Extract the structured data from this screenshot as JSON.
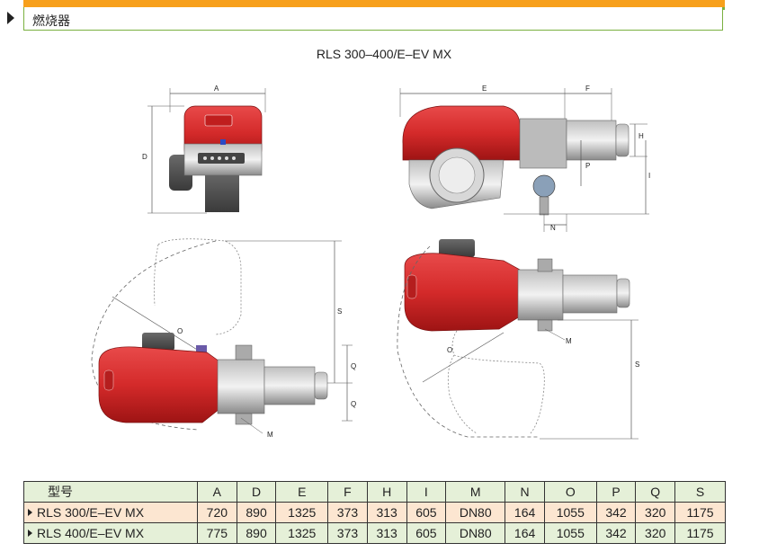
{
  "header": {
    "title": "燃烧器"
  },
  "model_title": "RLS 300–400/E–EV MX",
  "dimension_labels": {
    "A": "A",
    "D": "D",
    "E": "E",
    "F": "F",
    "H": "H",
    "I": "I",
    "P": "P",
    "N": "N",
    "O": "O",
    "S": "S",
    "Q": "Q",
    "M": "M"
  },
  "table": {
    "columns": [
      "型号",
      "A",
      "D",
      "E",
      "F",
      "H",
      "I",
      "M",
      "N",
      "O",
      "P",
      "Q",
      "S"
    ],
    "rows": [
      {
        "model": "RLS 300/E–EV MX",
        "values": [
          "720",
          "890",
          "1325",
          "373",
          "313",
          "605",
          "DN80",
          "164",
          "1055",
          "342",
          "320",
          "1175"
        ]
      },
      {
        "model": "RLS 400/E–EV MX",
        "values": [
          "775",
          "890",
          "1325",
          "373",
          "313",
          "605",
          "DN80",
          "164",
          "1055",
          "342",
          "320",
          "1175"
        ]
      }
    ]
  },
  "colors": {
    "accent_orange": "#f7a01c",
    "accent_green": "#7ab040",
    "burner_red": "#d42a2a",
    "row1_bg": "#fce6d1",
    "row2_bg": "#e5f0d8"
  }
}
